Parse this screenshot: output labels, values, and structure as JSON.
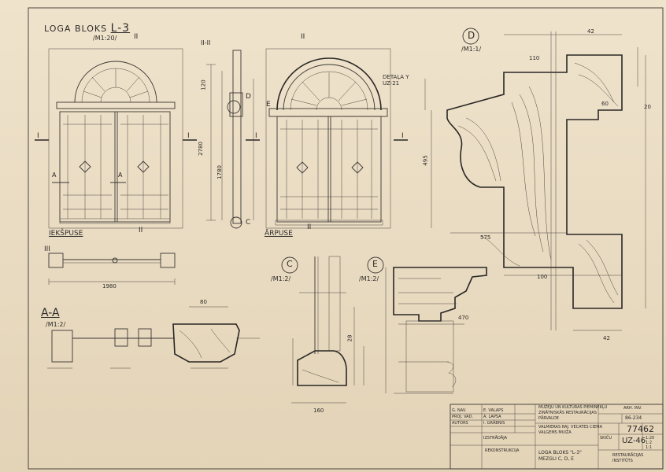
{
  "sheet": {
    "title_main": "LOGA BLOKS",
    "title_code": "L-3",
    "title_scale": "/M1:20/",
    "labels": {
      "inside": "IEKŠPUSE",
      "outside": "ĀRPUSE",
      "section_II": "II-II",
      "section_III": "III",
      "section_AA": "A-A",
      "section_AA_scale": "/M1:2/",
      "detail_D": "D",
      "detail_D_scale": "/M1:1/",
      "detail_C": "C",
      "detail_C_scale": "/M1:2/",
      "detail_E": "E",
      "detail_E_scale": "/M1:2/",
      "detail_ref": "DETAĻA Y",
      "detail_ref_code": "UZ-21",
      "roman_I": "I",
      "roman_II": "II",
      "marker_A": "A"
    },
    "dimensions": {
      "width_1980": "1980",
      "height_2780": "2780",
      "height_1780": "1780",
      "d_120": "120",
      "d_80": "80",
      "d_42": "42",
      "d_28": "28",
      "d_100": "100",
      "d_110": "110",
      "d_60": "60",
      "d_20": "20",
      "d_495": "495",
      "d_575": "575",
      "d_470": "470",
      "d_160": "160"
    },
    "title_block": {
      "org_line1": "MUZEJU UN KULTŪRAS PIEMINEKĻU",
      "org_line2": "ZINĀTNISKĀS RESTAURĀCIJAS",
      "org_line3": "PĀRVALDE",
      "project_line1": "VALMIERAS RAJ. VECATES CIEMA",
      "project_line2": "VALGEMS MUIŽA",
      "archive_label": "ARH. INV.",
      "archive_no": "86-234",
      "sheet_no": "77462",
      "project_type": "IZSTRĀDĀJA",
      "project_stage": "SKIČU",
      "drawing_code": "UZ-46",
      "scale": "1:20",
      "scale2": "1:2",
      "scale3": "1:1",
      "drawing_name": "LOGA BLOKS \"L-3\"",
      "drawing_sub": "MEZGLI C, D, E",
      "stage_label": "REKONSTRUKCIJA",
      "institute": "RESTAURĀCIJAS",
      "institute2": "INSTITŪTS",
      "roles": [
        "G. NAV.",
        "PROJ. VAD.",
        "AUTORS"
      ],
      "names": [
        "E. VALAPS",
        "A. LAPSA",
        "I. GRĀBNIS"
      ]
    }
  }
}
